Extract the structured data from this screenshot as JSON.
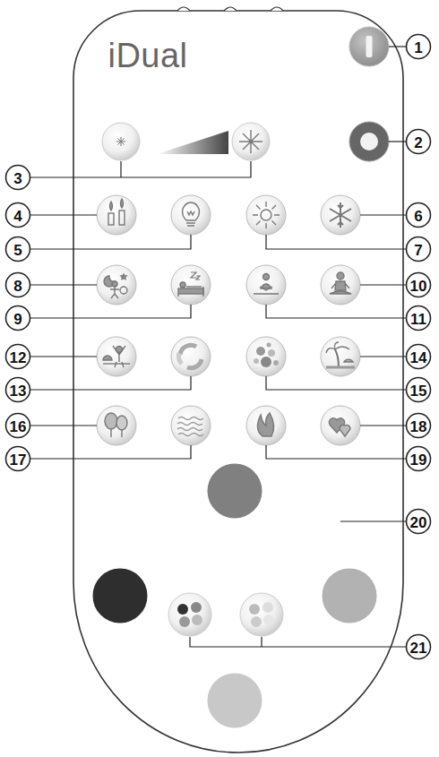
{
  "diagram": {
    "labels": [
      "iDual",
      "1",
      "2",
      "3",
      "4",
      "5",
      "6",
      "7",
      "8",
      "9",
      "10",
      "11",
      "12",
      "13",
      "14",
      "15",
      "16",
      "17",
      "18",
      "19",
      "20",
      "21"
    ]
  }
}
